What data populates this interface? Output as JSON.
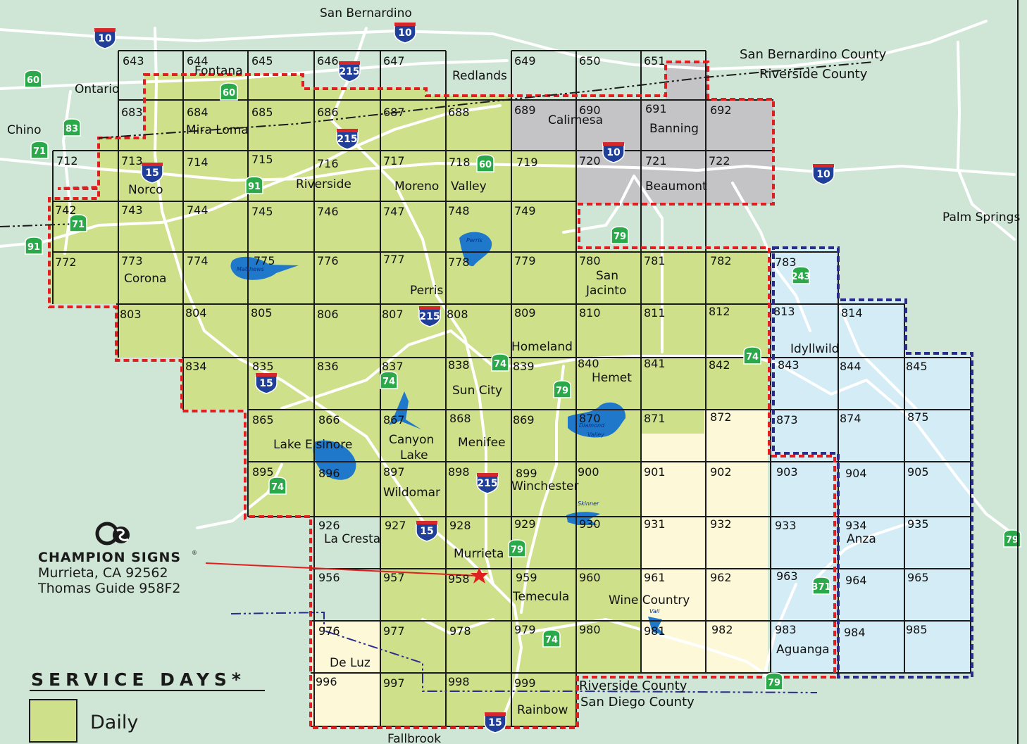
{
  "service_legend": {
    "title": "SERVICE DAYS*",
    "items": [
      {
        "label": "Daily",
        "color": "#cfe08a"
      }
    ]
  },
  "company": {
    "name": "CHAMPION SIGNS",
    "trademark": "®",
    "address": "Murrieta, CA 92562",
    "guide_ref": "Thomas Guide 958F2"
  },
  "colors": {
    "background": "#cfe6d6",
    "daily": "#cfe08a",
    "gray_zone": "#c4c4c6",
    "blue_zone": "#d3ecf6",
    "cream_zone": "#fdf9d8",
    "water": "#1f78c9",
    "red_border": "#e02020",
    "blue_border": "#2b2b8a",
    "route_green": "#2aa84a",
    "interstate_blue": "#1f3f99",
    "interstate_red": "#d4282c"
  },
  "grid_numbers": {
    "r1": [
      "643",
      "644",
      "645",
      "646",
      "647",
      "649",
      "650",
      "651"
    ],
    "r2": [
      "683",
      "684",
      "685",
      "686",
      "687",
      "688",
      "689",
      "690",
      "691",
      "692"
    ],
    "r3": [
      "712",
      "713",
      "714",
      "715",
      "716",
      "717",
      "718",
      "719",
      "720",
      "721",
      "722"
    ],
    "r4": [
      "742",
      "743",
      "744",
      "745",
      "746",
      "747",
      "748",
      "749"
    ],
    "r5": [
      "772",
      "773",
      "774",
      "775",
      "776",
      "777",
      "778",
      "779",
      "780",
      "781",
      "782",
      "783"
    ],
    "r6": [
      "803",
      "804",
      "805",
      "806",
      "807",
      "808",
      "809",
      "810",
      "811",
      "812",
      "813",
      "814"
    ],
    "r7": [
      "834",
      "835",
      "836",
      "837",
      "838",
      "839",
      "840",
      "841",
      "842",
      "843",
      "844",
      "845"
    ],
    "r8": [
      "865",
      "866",
      "867",
      "868",
      "869",
      "870",
      "871",
      "872",
      "873",
      "874",
      "875"
    ],
    "r9": [
      "895",
      "896",
      "897",
      "898",
      "899",
      "900",
      "901",
      "902",
      "903",
      "904",
      "905"
    ],
    "r10": [
      "926",
      "927",
      "928",
      "929",
      "930",
      "931",
      "932",
      "933",
      "934",
      "935"
    ],
    "r11": [
      "956",
      "957",
      "958",
      "959",
      "960",
      "961",
      "962",
      "963",
      "964",
      "965"
    ],
    "r12": [
      "976",
      "977",
      "978",
      "979",
      "980",
      "981",
      "982",
      "983",
      "984",
      "985"
    ],
    "r13": [
      "996",
      "997",
      "998",
      "999"
    ]
  },
  "places": {
    "san_bernardino": "San Bernardino",
    "ontario": "Ontario",
    "fontana": "Fontana",
    "redlands": "Redlands",
    "chino": "Chino",
    "mira_loma": "Mira Loma",
    "calimesa": "Calimesa",
    "banning": "Banning",
    "norco": "Norco",
    "riverside": "Riverside",
    "moreno": "Moreno",
    "valley": "Valley",
    "beaumont": "Beaumont",
    "palm_springs": "Palm Springs",
    "corona": "Corona",
    "san": "San",
    "jacinto": "Jacinto",
    "perris": "Perris",
    "homeland": "Homeland",
    "idyllwild": "Idyllwild",
    "hemet": "Hemet",
    "sun_city": "Sun City",
    "lake_elsinore": "Lake Elsinore",
    "canyon": "Canyon",
    "lake": "Lake",
    "menifee": "Menifee",
    "wildomar": "Wildomar",
    "winchester": "Winchester",
    "la_cresta": "La Cresta",
    "murrieta": "Murrieta",
    "anza": "Anza",
    "temecula": "Temecula",
    "wine_country": "Wine Country",
    "aguanga": "Aguanga",
    "de_luz": "De Luz",
    "rainbow": "Rainbow",
    "fallbrook": "Fallbrook"
  },
  "county_labels": {
    "sb_county": "San Bernardino County",
    "riv_county_n": "Riverside County",
    "riv_county_s": "Riverside County",
    "sd_county": "San Diego County"
  },
  "lake_labels": {
    "perris": "Perris",
    "matthews": "Matthews",
    "diamond": "Diamond",
    "diamond_valley": "Valley",
    "skinner": "Skinner",
    "vail": "Vail"
  },
  "routes": {
    "state": [
      "60",
      "83",
      "71",
      "60",
      "71",
      "91",
      "91",
      "60",
      "79",
      "243",
      "74",
      "74",
      "74",
      "79",
      "74",
      "79",
      "74",
      "371",
      "79",
      "79"
    ],
    "interstate": [
      "10",
      "10",
      "215",
      "215",
      "15",
      "10",
      "10",
      "215",
      "15",
      "215",
      "15",
      "15"
    ]
  }
}
